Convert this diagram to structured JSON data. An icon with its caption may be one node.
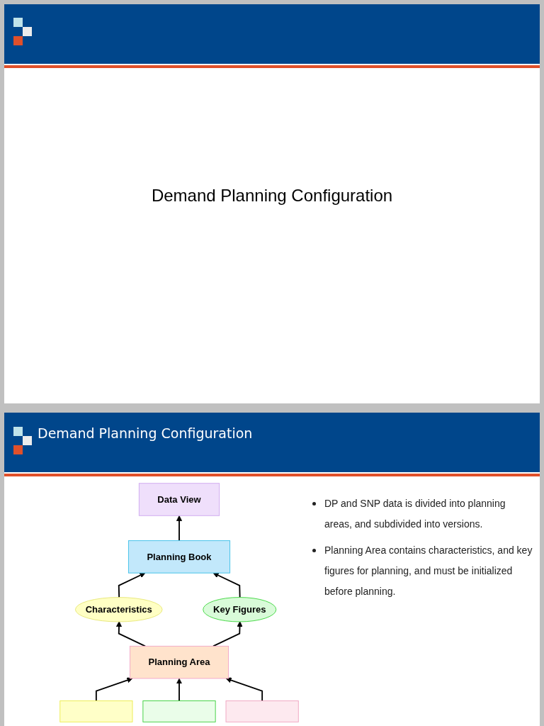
{
  "diagram": {
    "title": "Demand Planning Configuration",
    "nodes": [
      {
        "text": [
          "Data View"
        ]
      },
      {
        "text": [
          "Planning Book"
        ]
      },
      {
        "text": [
          "Characteristics"
        ]
      },
      {
        "text": [
          "Key Figures"
        ]
      },
      {
        "text": [
          "Planning Area"
        ]
      },
      {
        "text": [],
        "shape": "box"
      },
      {
        "text": [],
        "shape": "box"
      },
      {
        "text": [],
        "shape": "box"
      }
    ],
    "edges": [
      {
        "from": 1,
        "to": 0,
        "arrow": "to"
      },
      {
        "from": 2,
        "to": 1,
        "arrow": "to"
      },
      {
        "from": 3,
        "to": 1,
        "arrow": "to"
      },
      {
        "from": 4,
        "to": 2,
        "arrow": "to"
      },
      {
        "from": 4,
        "to": 3,
        "arrow": "to"
      },
      {
        "from": 5,
        "to": 4,
        "arrow": "to"
      },
      {
        "from": 6,
        "to": 4,
        "arrow": "to"
      },
      {
        "from": 7,
        "to": 4,
        "arrow": "to"
      }
    ],
    "labels": [
      "Demand Planning Configuration",
      "DP and SNP data is divided into planning areas, and subdivided into versions.",
      "Planning Area contains characteristics, and key figures for planning, and must be initialized before planning."
    ]
  }
}
